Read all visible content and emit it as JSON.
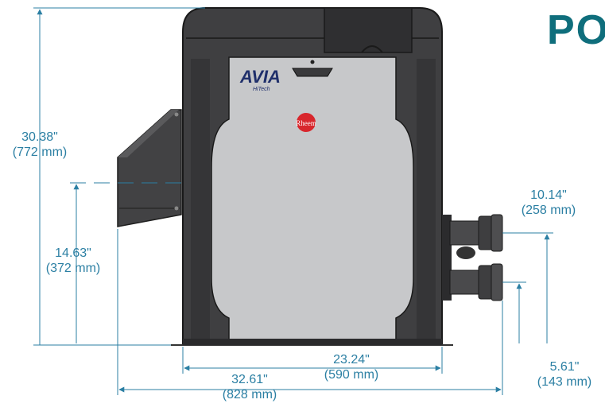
{
  "brand": {
    "text": "PO",
    "color": "#0f6e7c"
  },
  "unit": {
    "logo_text": "AVIA",
    "logo_subtext": "HiTech",
    "badge_text": "Rheem",
    "badge_color": "#d8262c",
    "body_color": "#3f3f41",
    "panel_color": "#c7c8ca"
  },
  "dimensions": {
    "overall_height": {
      "inches": "30.38\"",
      "mm": "(772 mm)"
    },
    "vent_height": {
      "inches": "14.63\"",
      "mm": "(372 mm)"
    },
    "upper_pipe": {
      "inches": "10.14\"",
      "mm": "(258 mm)"
    },
    "lower_pipe": {
      "inches": "5.61\"",
      "mm": "(143 mm)"
    },
    "base_width": {
      "inches": "23.24\"",
      "mm": "(590 mm)"
    },
    "overall_width": {
      "inches": "32.61\"",
      "mm": "(828 mm)"
    }
  },
  "colors": {
    "dimension": "#2b7fa3"
  }
}
